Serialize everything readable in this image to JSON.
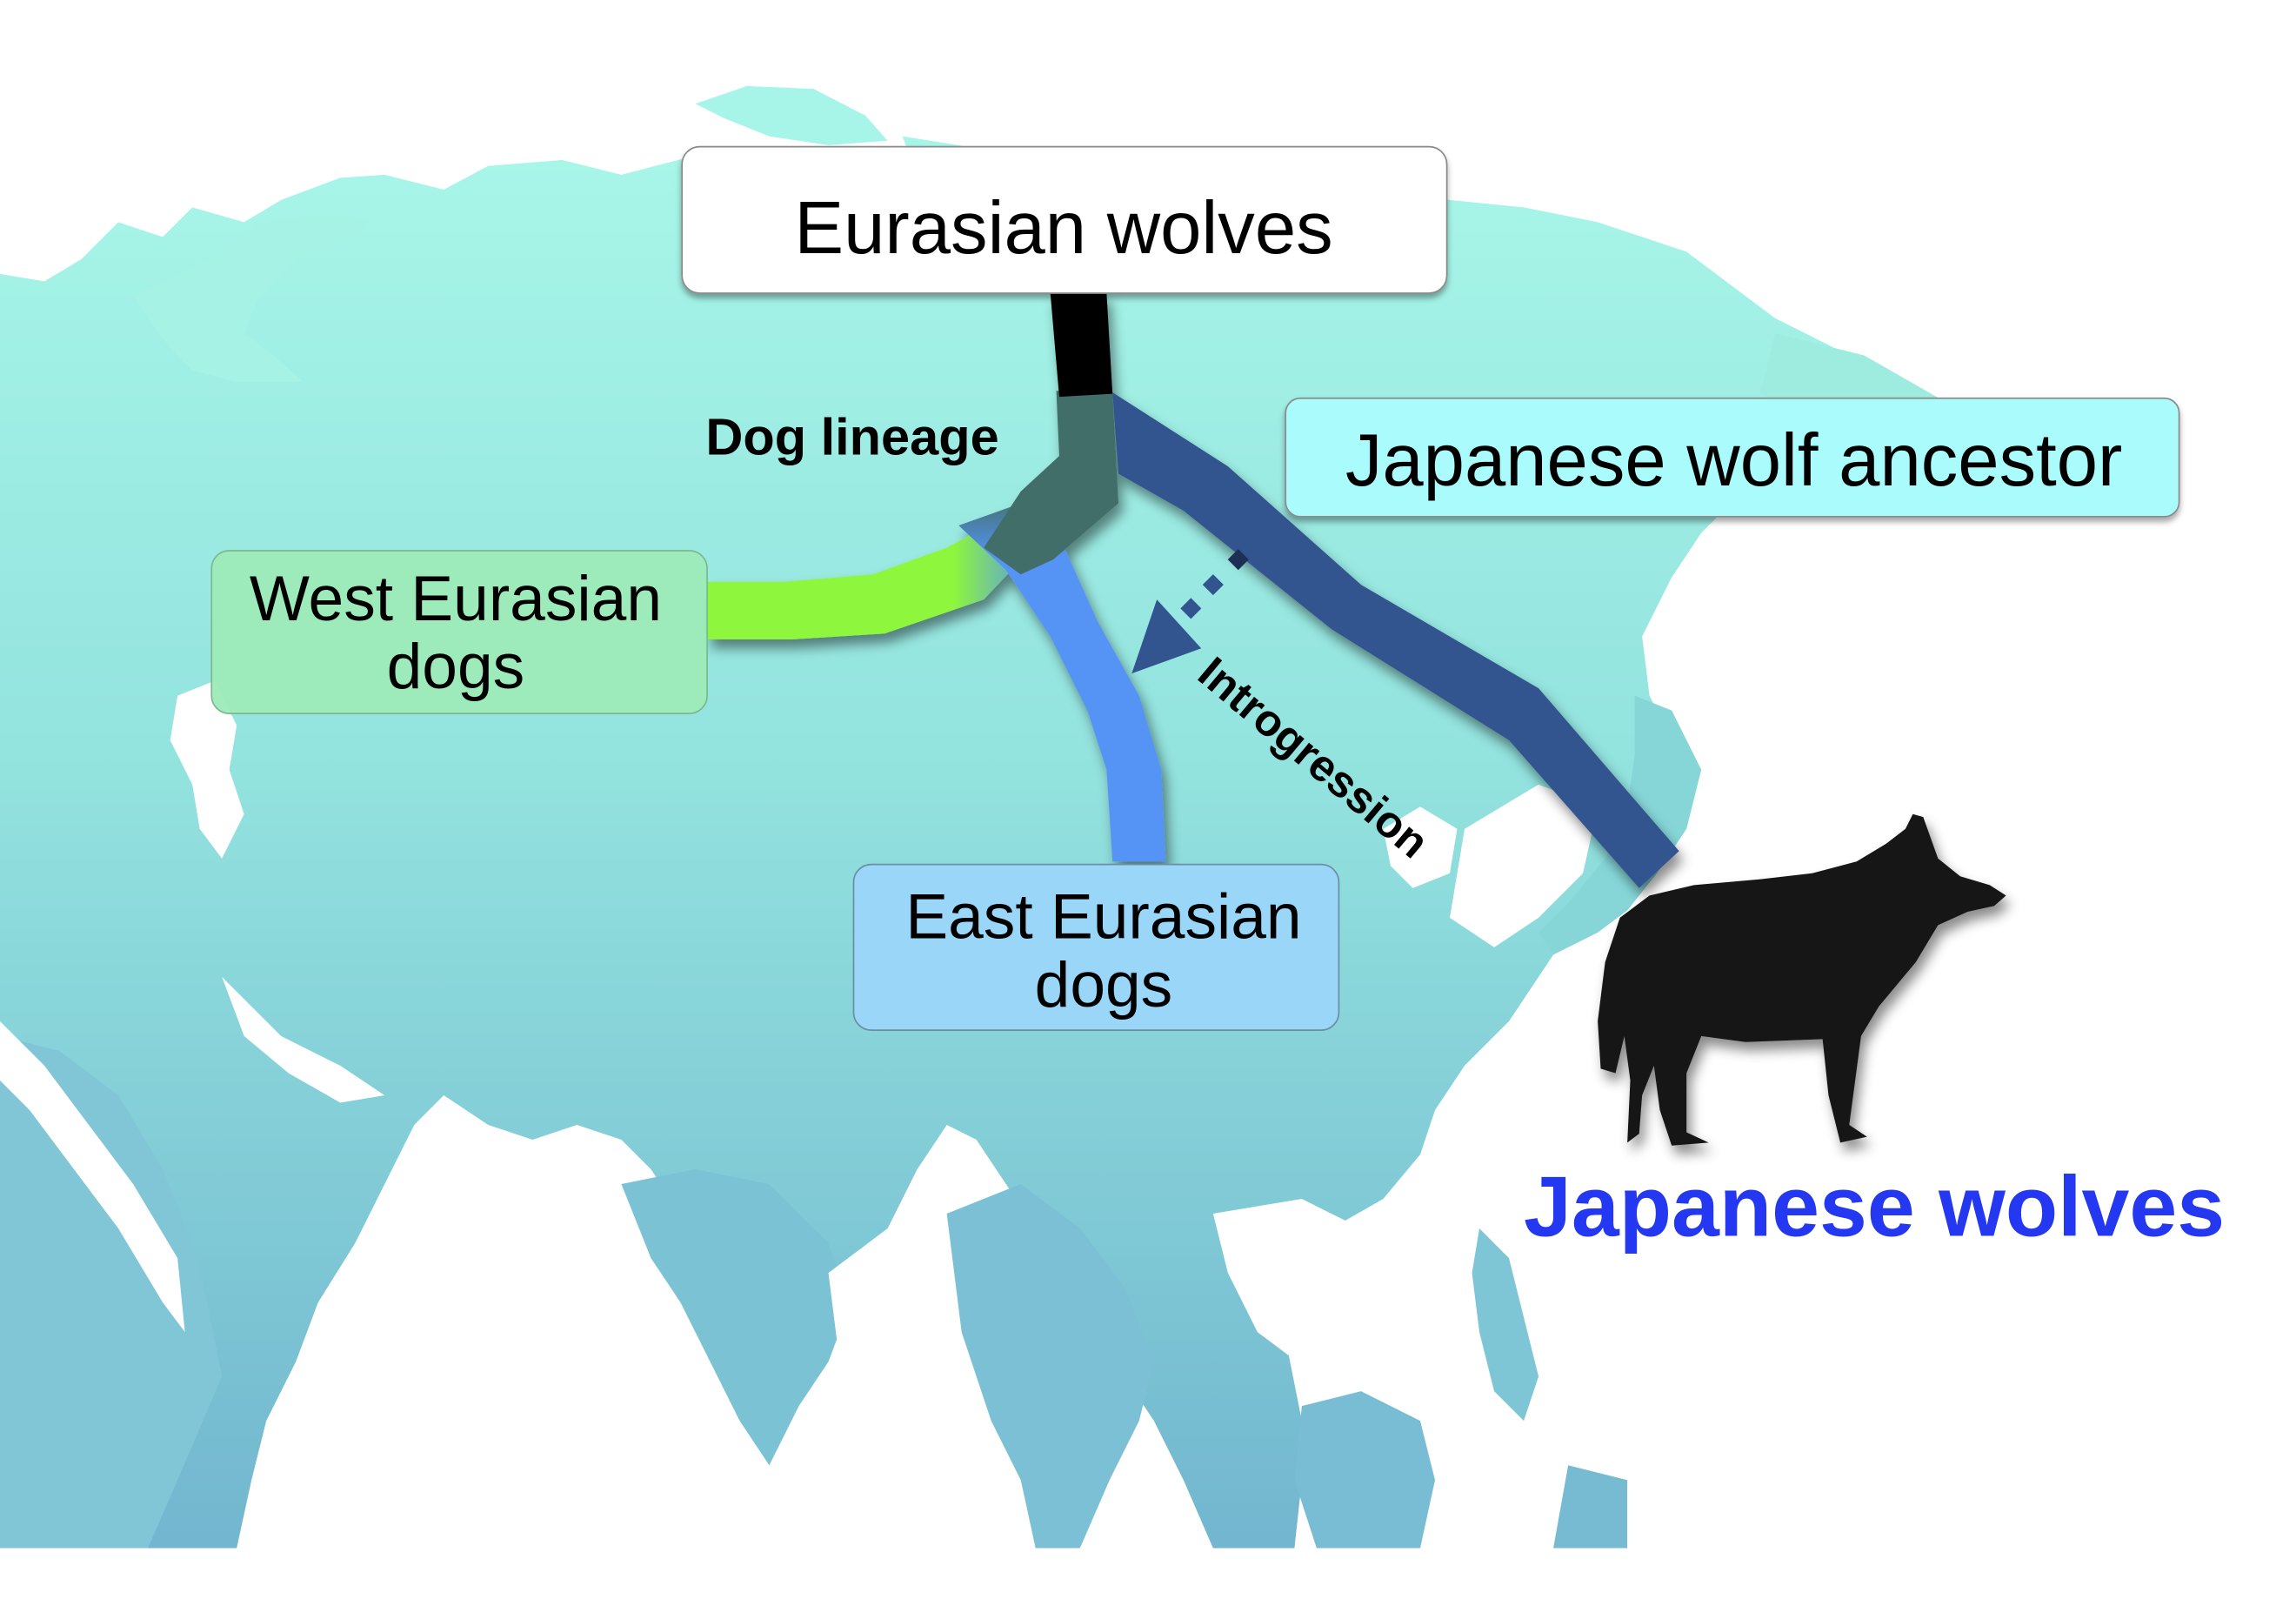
{
  "figure": {
    "title": "Japanese wolf and dog lineage introgression map",
    "colors": {
      "map_top": "#a6f4e6",
      "map_bottom": "#74b8cf",
      "background": "#ffffff",
      "eurasian_wolves_stem": "#000000",
      "dog_lineage": "#436e69",
      "japanese_wolf_lineage": "#325590",
      "west_dogs": "#8ef63c",
      "east_dogs": "#5594f5",
      "introgression_arrow": "#325590",
      "japanese_wolves_text": "#2338f0"
    }
  },
  "nodes": {
    "eurasian_wolves": {
      "label": "Eurasian wolves",
      "fill": "#ffffff"
    },
    "japanese_wolf_ancestor": {
      "label": "Japanese wolf ancestor",
      "fill": "#aafcfc"
    },
    "west_eurasian_dogs": {
      "line1": "West Eurasian",
      "line2": "dogs",
      "fill": "#9debb8"
    },
    "east_eurasian_dogs": {
      "line1": "East Eurasian",
      "line2": "dogs",
      "fill": "#99d6f8"
    }
  },
  "labels": {
    "dog_lineage": "Dog lineage",
    "introgression": "Introgression",
    "japanese_wolves": "Japanese wolves"
  },
  "icons": {
    "wolf": "wolf-silhouette-icon",
    "arrow": "introgression-arrow-icon"
  }
}
